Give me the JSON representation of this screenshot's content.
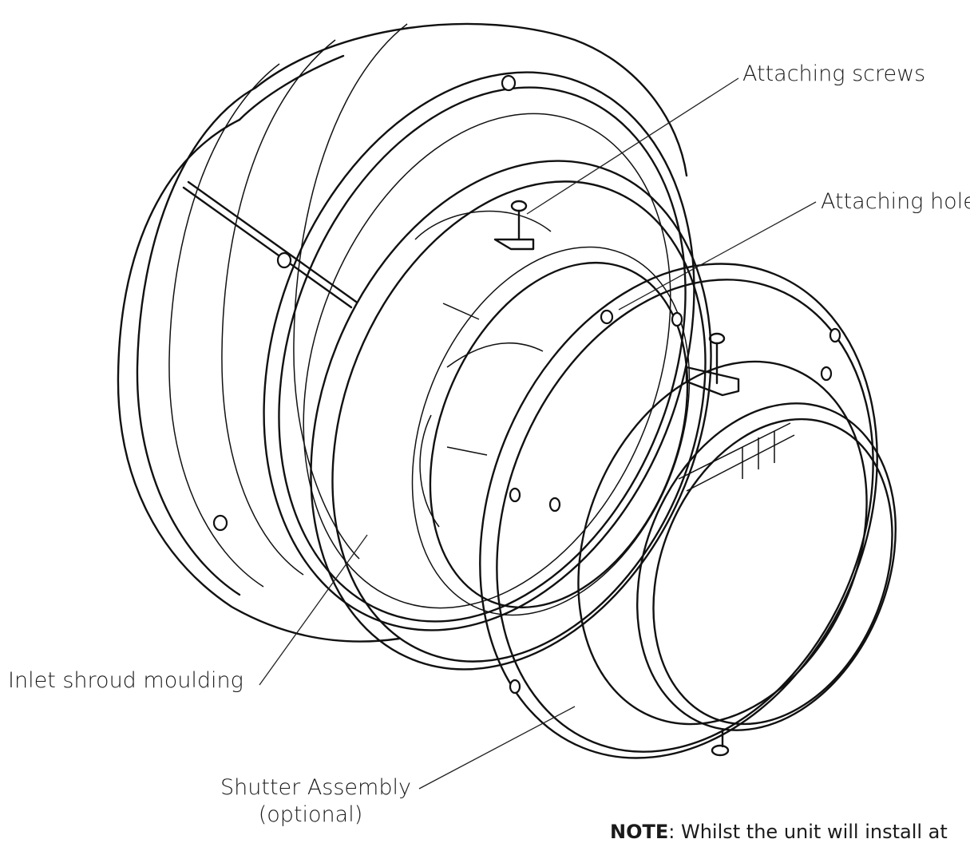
{
  "labels": {
    "attaching_screws": "Attaching screws",
    "attaching_hole": "Attaching hole",
    "inlet_shroud": "Inlet shroud moulding",
    "shutter_line1": "Shutter Assembly",
    "shutter_line2": "(optional)"
  },
  "note": {
    "bold": "NOTE",
    "text": ": Whilst the unit will install at"
  }
}
